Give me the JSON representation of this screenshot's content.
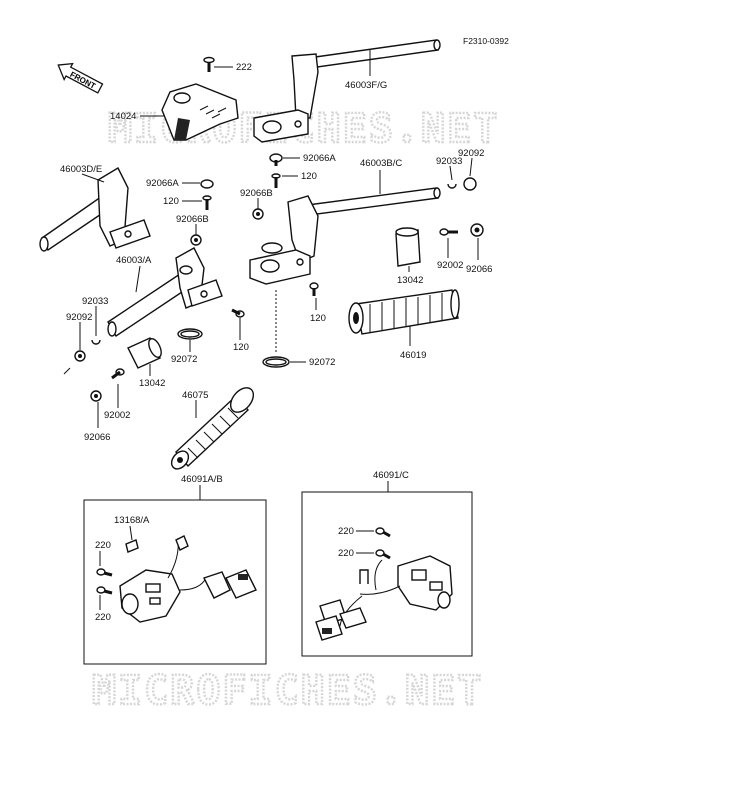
{
  "diagram_code": "F2310-0392",
  "front_label": "FRONT",
  "watermark": "MICROFICHES.NET",
  "parts": {
    "p222": "222",
    "p14024": "14024",
    "p46003FG": "46003F/G",
    "p46003DE": "46003D/E",
    "p92066A_l": "92066A",
    "p120_l": "120",
    "p92066B_l": "92066B",
    "p46003A": "46003/A",
    "p92033_l": "92033",
    "p92092_l": "92092",
    "p120_lb": "120",
    "p92072_l": "92072",
    "p13042_l": "13042",
    "p92002_l": "92002",
    "p92066_l": "92066",
    "p46075": "46075",
    "p92066A_c": "92066A",
    "p120_c": "120",
    "p92066B_c": "92066B",
    "p46003BC": "46003B/C",
    "p120_cb": "120",
    "p92072_c": "92072",
    "p92033_r": "92033",
    "p92092_r": "92092",
    "p13042_r": "13042",
    "p92002_r": "92002",
    "p92066_r": "92066",
    "p46019": "46019",
    "p46091AB": "46091A/B",
    "p13168A": "13168/A",
    "p220_l1": "220",
    "p220_l2": "220",
    "p46091C": "46091/C",
    "p220_r1": "220",
    "p220_r2": "220"
  }
}
